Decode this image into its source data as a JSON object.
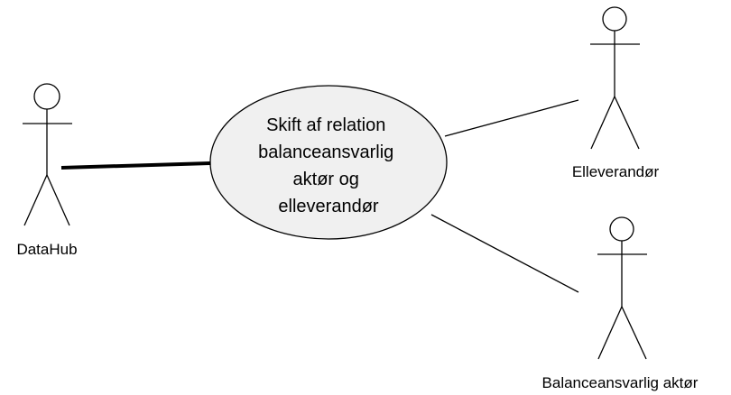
{
  "diagram": {
    "type": "uml-use-case",
    "use_case": {
      "lines": [
        "Skift af relation",
        "balanceansvarlig",
        "aktør og",
        "elleverandør"
      ]
    },
    "actors": [
      {
        "id": "datahub",
        "label": "DataHub"
      },
      {
        "id": "elleverandor",
        "label": "Elleverandør"
      },
      {
        "id": "balanceansvarlig",
        "label": "Balanceansvarlig aktør"
      }
    ],
    "associations": [
      {
        "from": "datahub",
        "to": "use_case",
        "primary": true
      },
      {
        "from": "elleverandor",
        "to": "use_case",
        "primary": false
      },
      {
        "from": "balanceansvarlig",
        "to": "use_case",
        "primary": false
      }
    ],
    "colors": {
      "stroke": "#000000",
      "usecase_fill": "#f0f0f0",
      "background": "#ffffff"
    }
  }
}
